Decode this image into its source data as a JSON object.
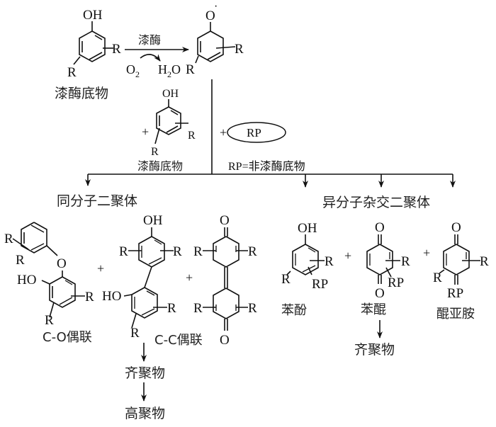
{
  "reaction": {
    "enzyme_label": "漆酶",
    "oxygen_label": "O",
    "oxygen_sub": "2",
    "water_label_h": "H",
    "water_sub": "2",
    "water_label_o": "O",
    "substrate_label": "漆酶底物",
    "oh": "OH",
    "radical_o": "O",
    "radical_dot": "·",
    "r": "R"
  },
  "middle": {
    "plus": "+",
    "substrate_label": "漆酶底物",
    "rp_oval": "RP",
    "rp_definition": "RP=非漆酶底物"
  },
  "homo": {
    "title": "同分子二聚体",
    "co_label": "C-O偶联",
    "cc_label": "C-C偶联",
    "ho": "HO",
    "o": "O",
    "oligomer": "齐聚物",
    "polymer": "高聚物"
  },
  "hetero": {
    "title": "异分子杂交二聚体",
    "phenol_label": "苯酚",
    "quinone_label": "苯醌",
    "quinone_imine_label": "醌亚胺",
    "rp": "RP",
    "oligomer": "齐聚物"
  }
}
